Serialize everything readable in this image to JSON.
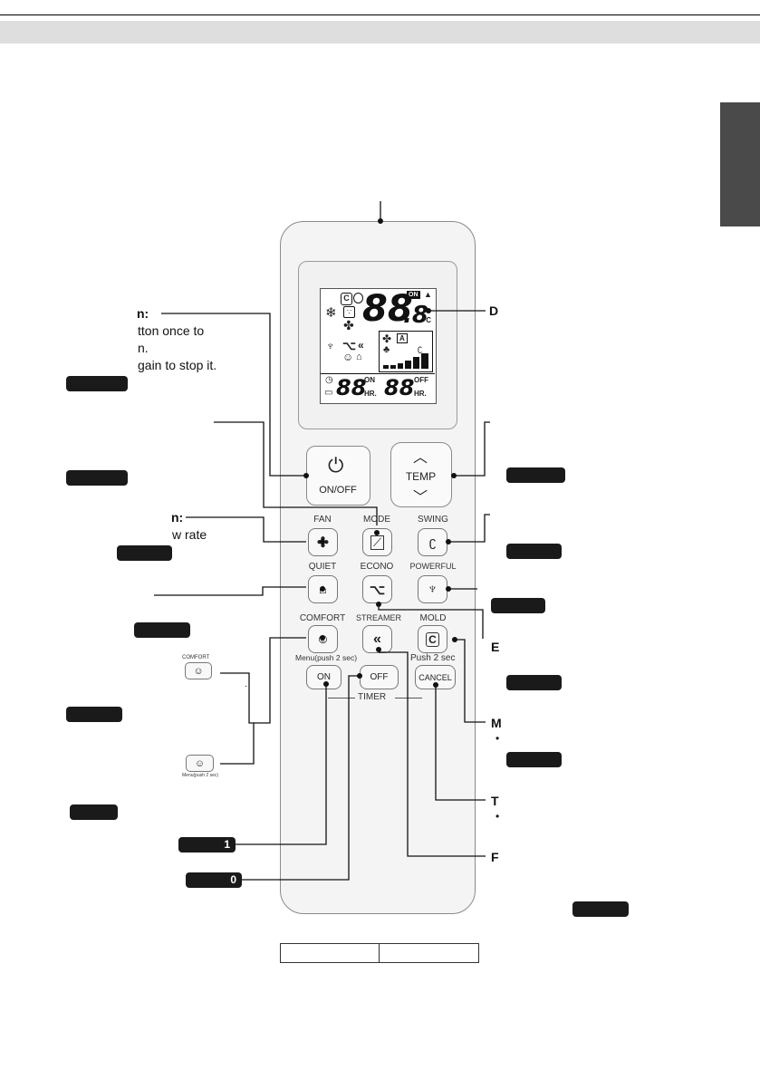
{
  "annotations": {
    "on_off_title": "n:",
    "on_off_line1": "tton once to",
    "on_off_line2": "n.",
    "on_off_line3": "gain to stop it.",
    "fan_title": "n:",
    "fan_line1": "w rate",
    "display": "D",
    "econo": "E",
    "mold": "M",
    "timer_cancel": "T",
    "streamer": "F",
    "bullet": "•",
    "dot": ".",
    "pill_on_timer": "1",
    "pill_off_timer": "0"
  },
  "remote": {
    "lcd": {
      "temp_digits": "88",
      "temp_decimal": ".8",
      "temp_unit": "°C",
      "on_tag": "ON",
      "timer_on_digits": "88",
      "timer_off_digits": "88",
      "timer_on_label": "ON",
      "timer_off_label": "OFF",
      "hr_label": "HR.",
      "auto_label": "A"
    },
    "buttons": {
      "on_off": "ON/OFF",
      "temp": "TEMP",
      "fan": "FAN",
      "mode": "MODE",
      "swing": "SWING",
      "quiet": "QUIET",
      "econo": "ECONO",
      "powerful": "POWERFUL",
      "comfort": "COMFORT",
      "streamer": "STREAMER",
      "mold": "MOLD",
      "menu_hint": "Menu(push 2 sec)",
      "push_hint": "Push 2 sec",
      "timer_on": "ON",
      "timer_off": "OFF",
      "cancel": "CANCEL",
      "timer_group": "TIMER"
    }
  },
  "insets": {
    "comfort_label": "COMFORT",
    "menu_label": "Menu(push 2 sec)"
  },
  "colors": {
    "tab": "#4a4a4a",
    "pill": "#1a1a1a",
    "band": "#dedede"
  }
}
